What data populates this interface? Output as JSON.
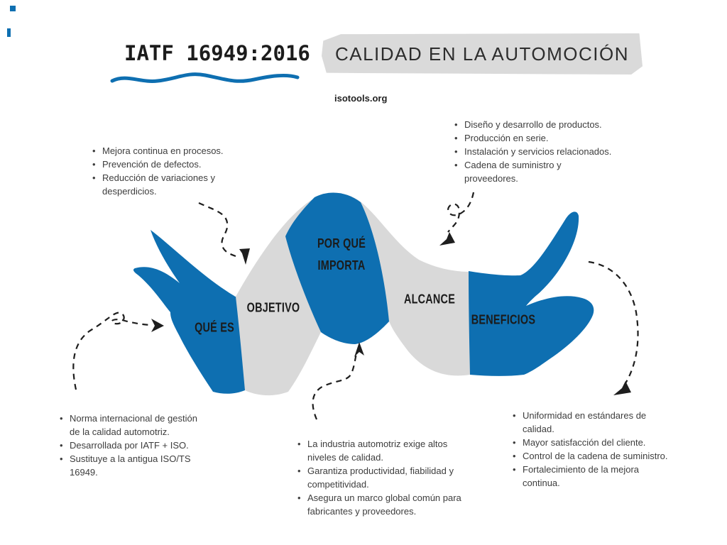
{
  "header": {
    "title": "IATF 16949:2016",
    "banner": "CALIDAD EN LA AUTOMOCIÓN",
    "site": "isotools.org"
  },
  "colors": {
    "ribbon_blue": "#0e6fb1",
    "ribbon_gray": "#d9d9d9",
    "banner_gray": "#dadada",
    "ink": "#1e1e1e",
    "body_text": "#3d3d3d"
  },
  "ribbon": {
    "sections": [
      {
        "label": "QUÉ ES",
        "fill": "blue"
      },
      {
        "label": "OBJETIVO",
        "fill": "gray"
      },
      {
        "label": "POR QUÉ IMPORTA",
        "fill": "blue"
      },
      {
        "label": "ALCANCE",
        "fill": "gray"
      },
      {
        "label": "BENEFICIOS",
        "fill": "blue"
      }
    ]
  },
  "lists": {
    "objetivo": {
      "items": [
        "Mejora continua en procesos.",
        "Prevención de defectos.",
        "Reducción de variaciones y\ndesperdicios."
      ]
    },
    "alcance": {
      "items": [
        "Diseño y desarrollo de productos.",
        "Producción en serie.",
        "Instalación y servicios relacionados.",
        "Cadena de suministro y\nproveedores."
      ]
    },
    "que_es": {
      "items": [
        "Norma internacional de gestión\nde la calidad automotriz.",
        "Desarrollada por IATF + ISO.",
        "Sustituye a la antigua ISO/TS\n16949."
      ]
    },
    "por_que_importa": {
      "items": [
        "La industria automotriz exige altos\nniveles de calidad.",
        "Garantiza productividad, fiabilidad y\ncompetitividad.",
        "Asegura un marco global común para\nfabricantes y proveedores."
      ]
    },
    "beneficios": {
      "items": [
        "Uniformidad en estándares de\ncalidad.",
        "Mayor satisfacción del cliente.",
        "Control de la cadena de suministro.",
        "Fortalecimiento de la mejora\ncontinua."
      ]
    }
  }
}
